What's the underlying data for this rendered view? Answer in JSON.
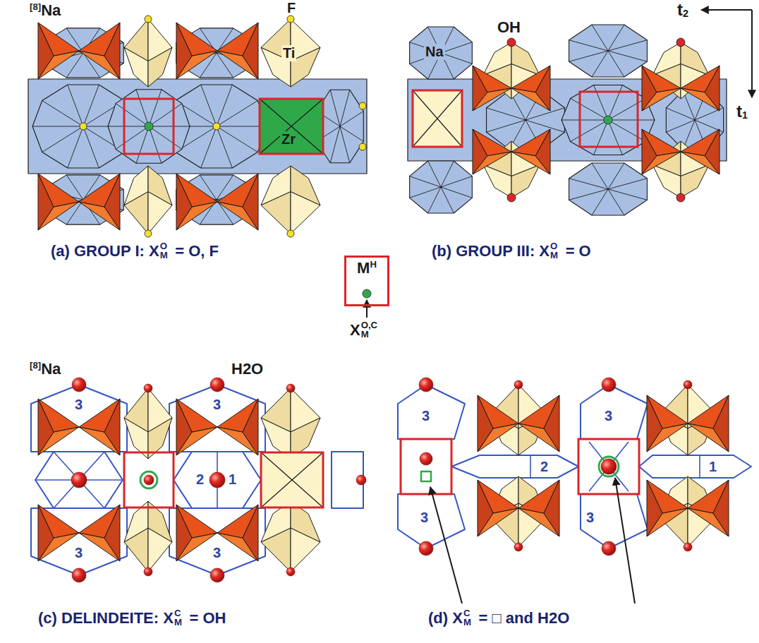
{
  "diagram": {
    "nodes": [
      {
        "text": [
          "M",
          "H"
        ]
      }
    ],
    "labels": [
      "[8]",
      "Na",
      "F",
      "Ti",
      "Zr",
      "OH",
      "Na",
      "t",
      "2",
      "t",
      "1",
      "(a) GROUP I: X",
      "O",
      "M",
      "= O, F",
      "(b) GROUP III: X",
      "O",
      "M",
      "= O",
      "X",
      "O,C",
      "M",
      "[8]",
      "Na",
      "H2O",
      "3",
      "3",
      "2",
      "1",
      "3",
      "3",
      "(c) DELINDEITE: X",
      "C",
      "M",
      "= OH",
      "3",
      "3",
      "2",
      "1",
      "3",
      "3",
      "(d) X",
      "C",
      "M",
      "= □ and H2O"
    ]
  }
}
